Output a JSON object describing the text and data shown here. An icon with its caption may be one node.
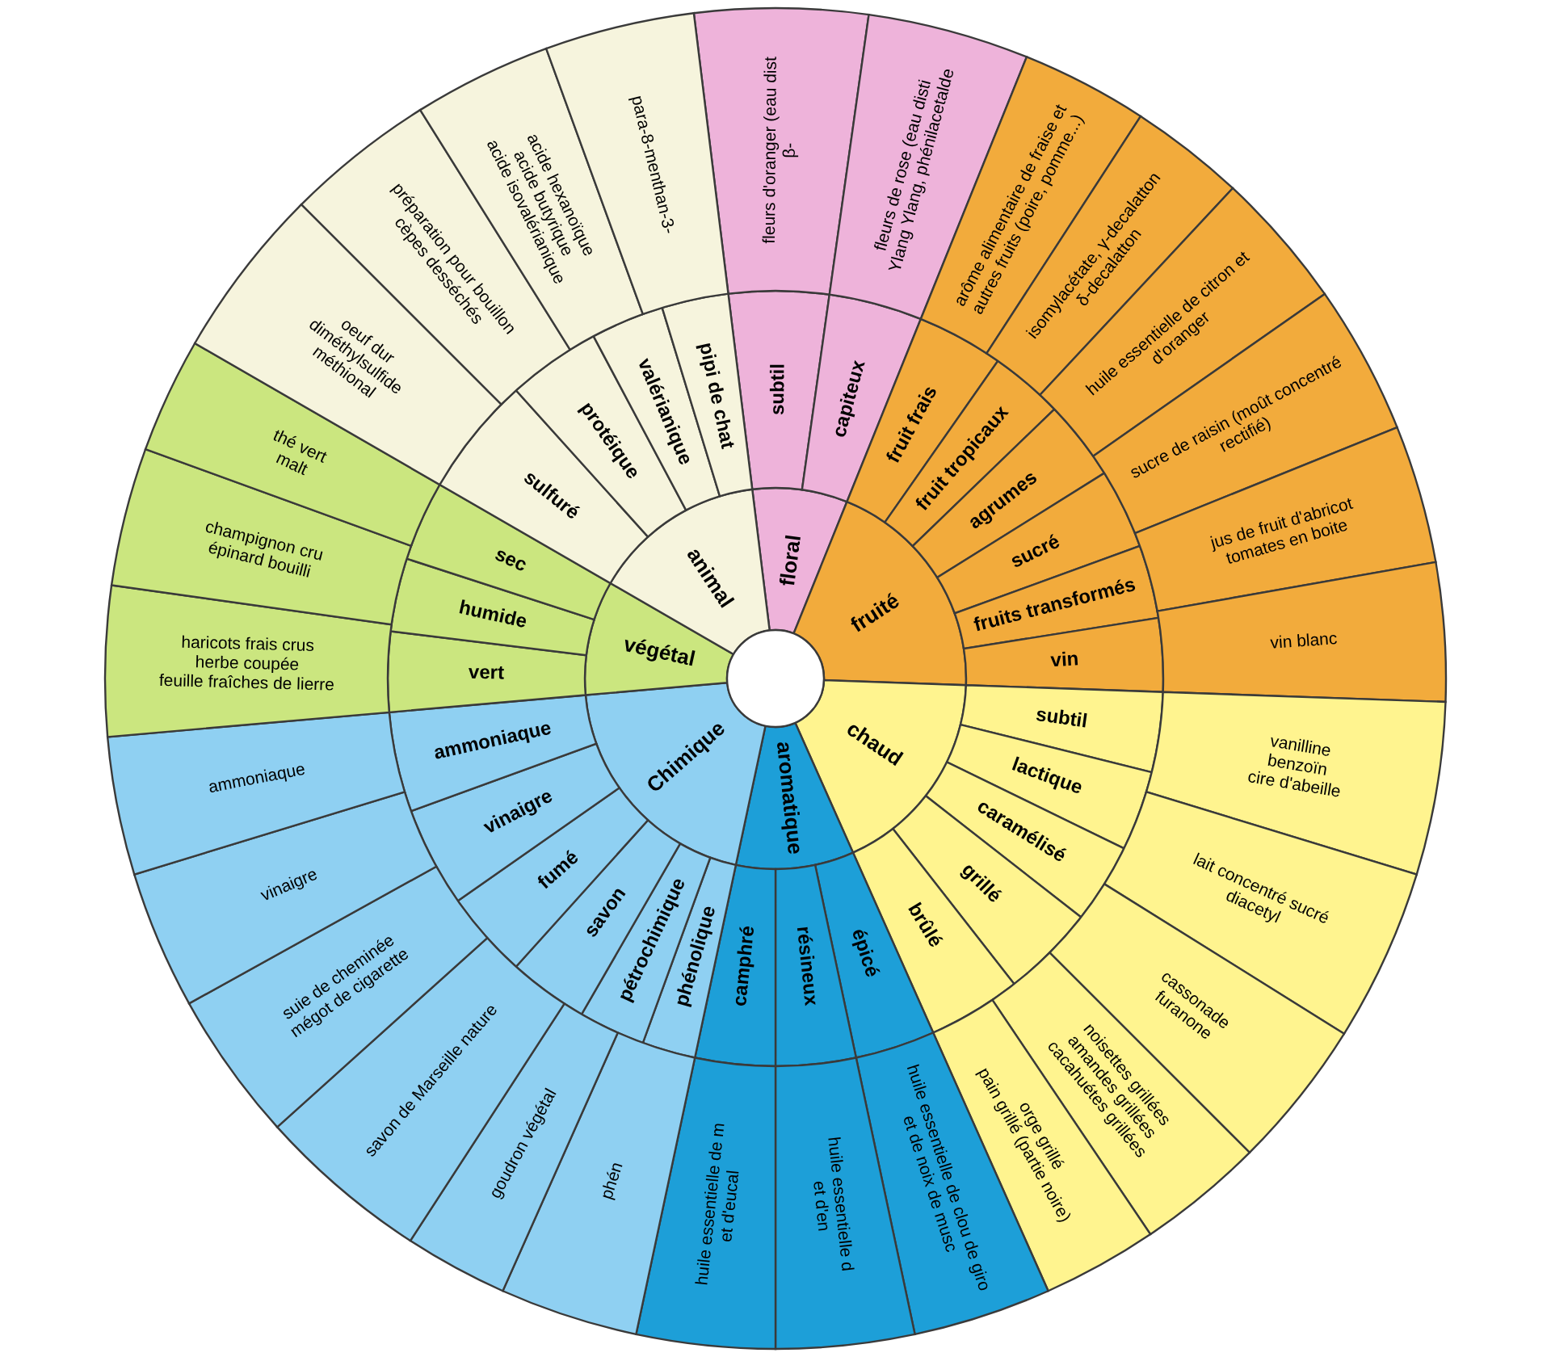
{
  "diagram": {
    "nodes": [
      {
        "text": [
          "floral"
        ]
      },
      {
        "text": [
          "fruité"
        ]
      },
      {
        "text": [
          "chaud"
        ]
      },
      {
        "text": [
          "aromatique"
        ]
      },
      {
        "text": [
          "Chimique"
        ]
      },
      {
        "text": [
          "végétal"
        ]
      },
      {
        "text": [
          "animal"
        ]
      },
      {
        "text": [
          "subtil"
        ]
      },
      {
        "text": [
          "capiteux"
        ]
      },
      {
        "text": [
          "fruit frais"
        ]
      },
      {
        "text": [
          "fruit tropicaux"
        ]
      },
      {
        "text": [
          "agrumes"
        ]
      },
      {
        "text": [
          "sucré"
        ]
      },
      {
        "text": [
          "fruits transformés"
        ]
      },
      {
        "text": [
          "vin"
        ]
      },
      {
        "text": [
          "subtil"
        ]
      },
      {
        "text": [
          "lactique"
        ]
      },
      {
        "text": [
          "caramélisé"
        ]
      },
      {
        "text": [
          "grillé"
        ]
      },
      {
        "text": [
          "brûlé"
        ]
      },
      {
        "text": [
          "épicé"
        ]
      },
      {
        "text": [
          "résineux"
        ]
      },
      {
        "text": [
          "camphré"
        ]
      },
      {
        "text": [
          "phénolique"
        ]
      },
      {
        "text": [
          "pétrochimique"
        ]
      },
      {
        "text": [
          "savon"
        ]
      },
      {
        "text": [
          "fumé"
        ]
      },
      {
        "text": [
          "vinaigre"
        ]
      },
      {
        "text": [
          "ammoniaque"
        ]
      },
      {
        "text": [
          "vert"
        ]
      },
      {
        "text": [
          "humide"
        ]
      },
      {
        "text": [
          "sec"
        ]
      },
      {
        "text": [
          "sulfuré"
        ]
      },
      {
        "text": [
          "protéique"
        ]
      },
      {
        "text": [
          "valérianique"
        ]
      },
      {
        "text": [
          "pipi de chat"
        ]
      },
      {
        "text": [
          "fleurs d'oranger (eau dist",
          "β-"
        ]
      },
      {
        "text": [
          "fleurs de rose (eau disti",
          "Ylang Ylang, phénilacetalde"
        ]
      },
      {
        "text": [
          "arôme alimentaire de fraise et autres fruits (poire, pomme...)"
        ]
      },
      {
        "text": [
          "isomylacétate, γ-decalatton",
          "δ-decalatton"
        ]
      },
      {
        "text": [
          "huile essentielle de citron et d'oranger"
        ]
      },
      {
        "text": [
          "sucre de raisin (moût concentré rectifié)"
        ]
      },
      {
        "text": [
          "jus de fruit d'abricot",
          "tomates en boite"
        ]
      },
      {
        "text": [
          "vin blanc"
        ]
      },
      {
        "text": [
          "vanilline",
          "benzoïn",
          "cire d'abeille"
        ]
      },
      {
        "text": [
          "lait concentré sucré",
          "diacetyl"
        ]
      },
      {
        "text": [
          "cassonade",
          "furanone"
        ]
      },
      {
        "text": [
          "noisettes grillées",
          "amandes grillées",
          "cacahuétes grillées"
        ]
      },
      {
        "text": [
          "orge grillé",
          "pain grillé (partie noire)"
        ]
      },
      {
        "text": [
          "huile essentielle de clou de giro",
          "et de noix de musc"
        ]
      },
      {
        "text": [
          "huile essentielle d",
          "et d'en"
        ]
      },
      {
        "text": [
          "huile essentielle de m",
          "et d'eucal"
        ]
      },
      {
        "text": [
          "phén"
        ]
      },
      {
        "text": [
          "goudron végétal"
        ]
      },
      {
        "text": [
          "savon de Marseille nature"
        ]
      },
      {
        "text": [
          "suie de cheminée",
          "mégot de cigarette"
        ]
      },
      {
        "text": [
          "vinaigre"
        ]
      },
      {
        "text": [
          "ammoniaque"
        ]
      },
      {
        "text": [
          "haricots frais crus",
          "herbe coupée",
          "feuille fraîches de lierre"
        ]
      },
      {
        "text": [
          "champignon cru",
          "épinard bouilli"
        ]
      },
      {
        "text": [
          "thé vert",
          "malt"
        ]
      },
      {
        "text": [
          "oeuf dur",
          "diméthylsulfide",
          "méthional"
        ]
      },
      {
        "text": [
          "préparation pour bouillon",
          "cèpes desséchés"
        ]
      },
      {
        "text": [
          "acide hexanoïque",
          "acide butyrique",
          "acide isovalérianique"
        ]
      },
      {
        "text": [
          "para-8-menthan-3-"
        ]
      }
    ]
  }
}
